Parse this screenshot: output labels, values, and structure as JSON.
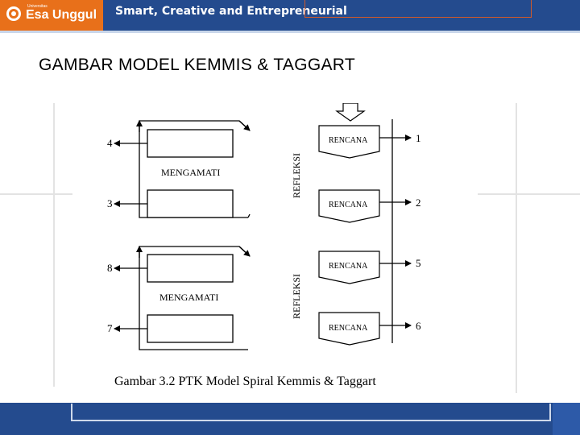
{
  "header": {
    "logo_small_text": "Universitas",
    "logo_text": "Esa Unggul",
    "tagline": "Smart, Creative and Entrepreneurial"
  },
  "slide": {
    "title": "GAMBAR MODEL KEMMIS & TAGGART"
  },
  "figure": {
    "upper_cycle": {
      "observe_label": "MENGAMATI",
      "reflect_label": "REFLEKSI",
      "plan_top": "RENCANA",
      "plan_bottom": "RENCANA",
      "step_top_left": "4",
      "step_bottom_left": "3",
      "step_top_right": "1",
      "step_bottom_right": "2"
    },
    "lower_cycle": {
      "observe_label": "MENGAMATI",
      "reflect_label": "REFLEKSI",
      "plan_top": "RENCANA",
      "plan_bottom": "RENCANA",
      "step_top_left": "8",
      "step_bottom_left": "7",
      "step_top_right": "5",
      "step_bottom_right": "6"
    },
    "caption": "Gambar 3.2 PTK Model Spiral Kemmis & Taggart"
  }
}
